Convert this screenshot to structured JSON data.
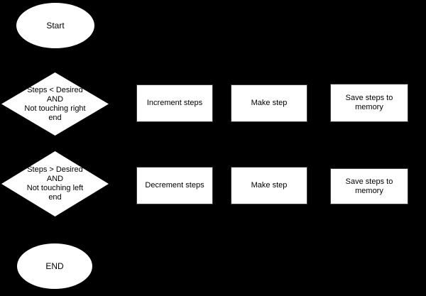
{
  "colors": {
    "background": "#000000",
    "shape_fill": "#ffffff",
    "shape_text": "#000000"
  },
  "flowchart": {
    "nodes": {
      "start": {
        "shape": "ellipse",
        "label": "Start"
      },
      "decision_right": {
        "shape": "diamond",
        "label": "Steps < Desired\nAND\nNot touching right\nend"
      },
      "increment_steps": {
        "shape": "rectangle",
        "label": "Increment steps"
      },
      "make_step_top": {
        "shape": "rectangle",
        "label": "Make step"
      },
      "save_steps_top": {
        "shape": "rectangle",
        "label": "Save steps to\nmemory"
      },
      "decision_left": {
        "shape": "diamond",
        "label": "Steps > Desired\nAND\nNot touching left\nend"
      },
      "decrement_steps": {
        "shape": "rectangle",
        "label": "Decrement steps"
      },
      "make_step_bottom": {
        "shape": "rectangle",
        "label": "Make step"
      },
      "save_steps_bottom": {
        "shape": "rectangle",
        "label": "Save steps to\nmemory"
      },
      "end": {
        "shape": "ellipse",
        "label": "END"
      }
    }
  }
}
